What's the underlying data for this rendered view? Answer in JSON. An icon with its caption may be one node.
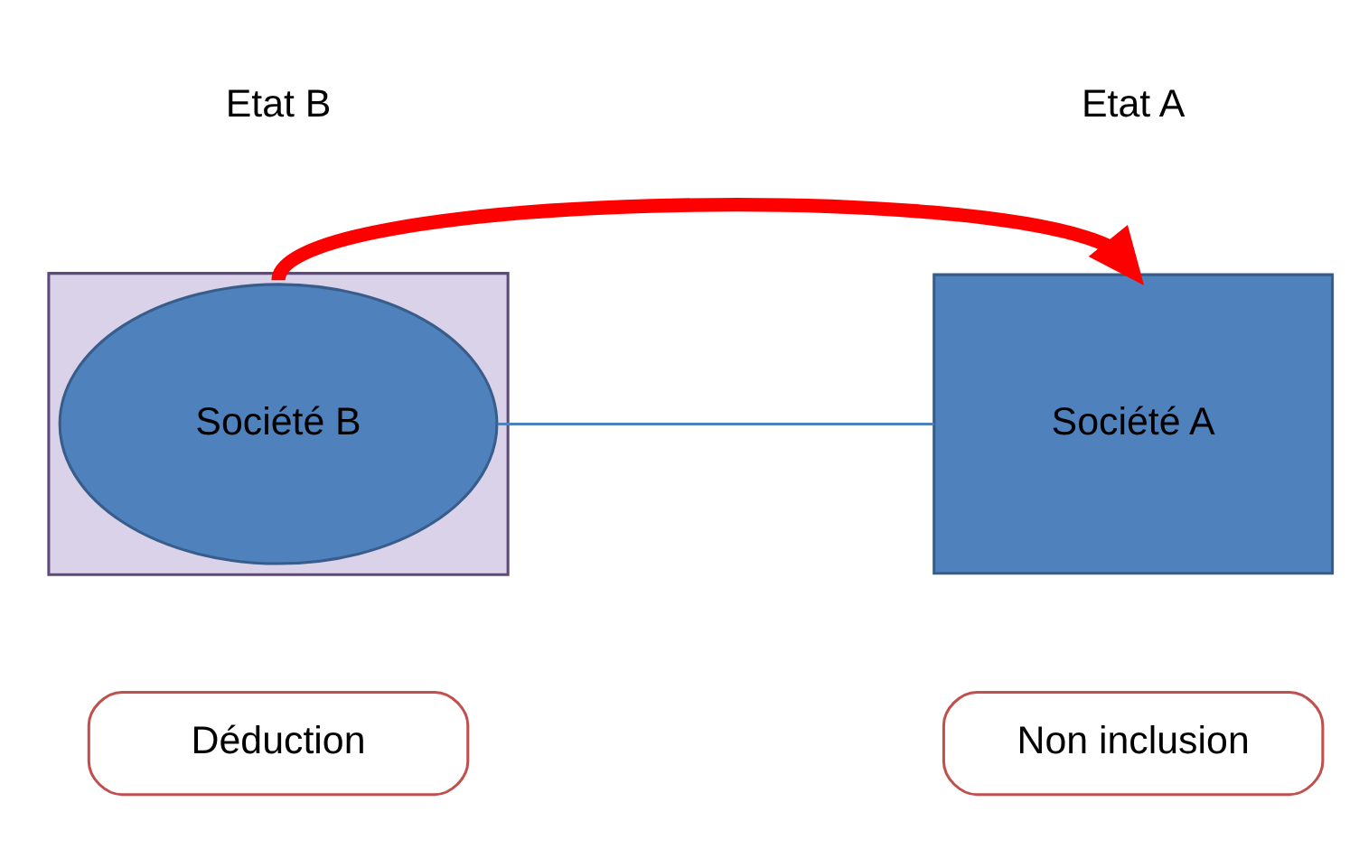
{
  "diagram": {
    "nodes": [
      {
        "text": [],
        "shape": "box"
      },
      {
        "text": [
          "Société B"
        ],
        "in": 0
      },
      {
        "text": [
          "Société A"
        ]
      },
      {
        "text": [
          "Déduction"
        ]
      },
      {
        "text": [
          "Non inclusion"
        ]
      }
    ],
    "edges": [
      {
        "from": 1,
        "to": 2,
        "arrow": "to",
        "style": "thick",
        "color": "#ff0000"
      },
      {
        "from": 1,
        "to": 2,
        "arrow": "none",
        "color": "#4f81bd"
      }
    ],
    "labels": [
      "Etat B",
      "Etat A"
    ]
  }
}
